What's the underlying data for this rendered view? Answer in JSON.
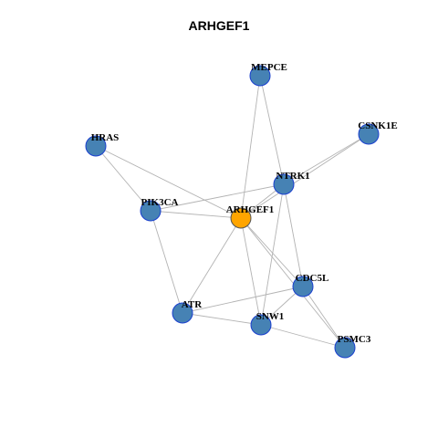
{
  "title": "ARHGEF1",
  "colors": {
    "node": "#4682b4",
    "center": "#ffa500",
    "edge": "#b3b3b3"
  },
  "nodes": [
    {
      "id": "MEPCE",
      "label": "MEPCE"
    },
    {
      "id": "CSNK1E",
      "label": "CSNK1E"
    },
    {
      "id": "HRAS",
      "label": "HRAS"
    },
    {
      "id": "NTRK1",
      "label": "NTRK1"
    },
    {
      "id": "PIK3CA",
      "label": "PIK3CA"
    },
    {
      "id": "ARHGEF1",
      "label": "ARHGEF1",
      "center": true
    },
    {
      "id": "CDC5L",
      "label": "CDC5L"
    },
    {
      "id": "ATR",
      "label": "ATR"
    },
    {
      "id": "SNW1",
      "label": "SNW1"
    },
    {
      "id": "PSMC3",
      "label": "PSMC3"
    }
  ],
  "edges": [
    [
      "MEPCE",
      "NTRK1"
    ],
    [
      "MEPCE",
      "ARHGEF1"
    ],
    [
      "CSNK1E",
      "NTRK1"
    ],
    [
      "CSNK1E",
      "ARHGEF1"
    ],
    [
      "HRAS",
      "PIK3CA"
    ],
    [
      "HRAS",
      "ARHGEF1"
    ],
    [
      "NTRK1",
      "PIK3CA"
    ],
    [
      "NTRK1",
      "ARHGEF1"
    ],
    [
      "NTRK1",
      "CDC5L"
    ],
    [
      "NTRK1",
      "SNW1"
    ],
    [
      "PIK3CA",
      "ARHGEF1"
    ],
    [
      "PIK3CA",
      "ATR"
    ],
    [
      "ARHGEF1",
      "ATR"
    ],
    [
      "ARHGEF1",
      "SNW1"
    ],
    [
      "ARHGEF1",
      "CDC5L"
    ],
    [
      "ARHGEF1",
      "PSMC3"
    ],
    [
      "CDC5L",
      "ATR"
    ],
    [
      "CDC5L",
      "SNW1"
    ],
    [
      "CDC5L",
      "PSMC3"
    ],
    [
      "ATR",
      "SNW1"
    ],
    [
      "SNW1",
      "PSMC3"
    ]
  ]
}
